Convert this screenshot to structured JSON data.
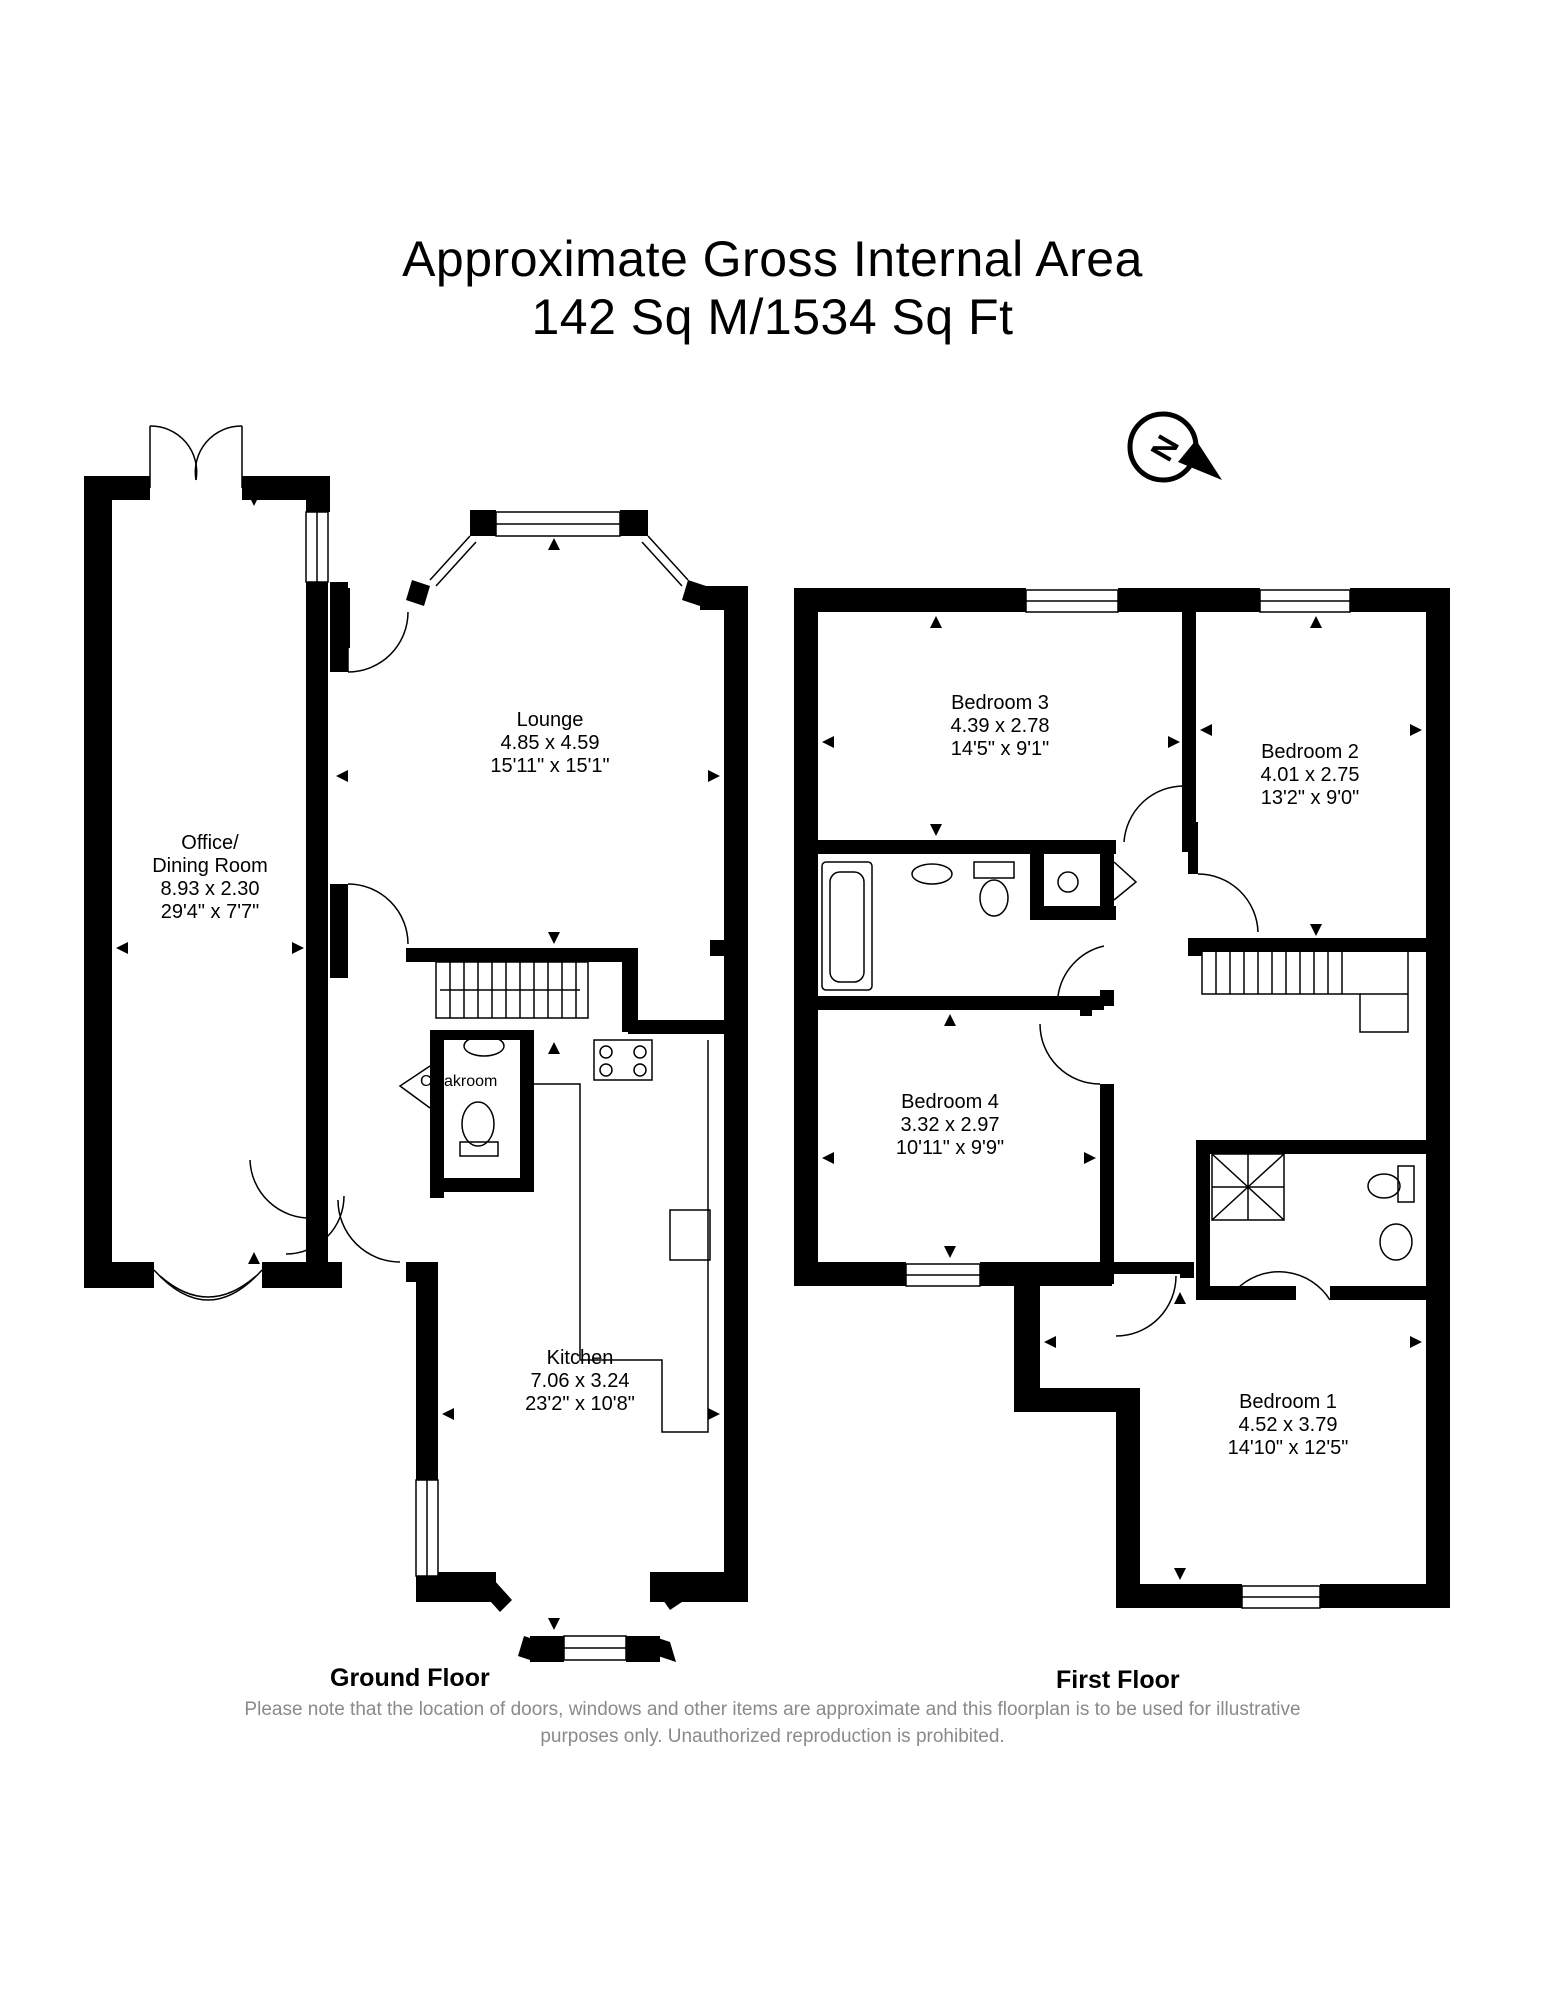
{
  "title": {
    "line1": "Approximate Gross Internal Area",
    "line2": "142 Sq M/1534 Sq Ft"
  },
  "compass": {
    "letter": "N",
    "icon": "north-arrow-icon"
  },
  "ground_floor": {
    "label": "Ground Floor",
    "rooms": {
      "office": {
        "name_line1": "Office/",
        "name_line2": "Dining Room",
        "metric": "8.93 x 2.30",
        "imperial": "29'4\" x 7'7\""
      },
      "lounge": {
        "name": "Lounge",
        "metric": "4.85 x 4.59",
        "imperial": "15'11\" x 15'1\""
      },
      "kitchen": {
        "name": "Kitchen",
        "metric": "7.06 x 3.24",
        "imperial": "23'2\" x 10'8\""
      },
      "cloakroom": {
        "name": "Cloakroom"
      }
    }
  },
  "first_floor": {
    "label": "First Floor",
    "rooms": {
      "bedroom3": {
        "name": "Bedroom 3",
        "metric": "4.39 x 2.78",
        "imperial": "14'5\" x 9'1\""
      },
      "bedroom2": {
        "name": "Bedroom 2",
        "metric": "4.01 x 2.75",
        "imperial": "13'2\" x 9'0\""
      },
      "bedroom4": {
        "name": "Bedroom 4",
        "metric": "3.32 x 2.97",
        "imperial": "10'11\" x 9'9\""
      },
      "bedroom1": {
        "name": "Bedroom 1",
        "metric": "4.52 x 3.79",
        "imperial": "14'10\" x 12'5\""
      }
    }
  },
  "disclaimer": {
    "line1": "Please note that the location of doors, windows and other items are approximate and this floorplan is to be used for illustrative",
    "line2": "purposes only. Unauthorized reproduction is prohibited."
  },
  "colors": {
    "wall": "#000000",
    "background": "#ffffff",
    "disclaimer": "#8a8a8a",
    "window": "#ffffff"
  }
}
